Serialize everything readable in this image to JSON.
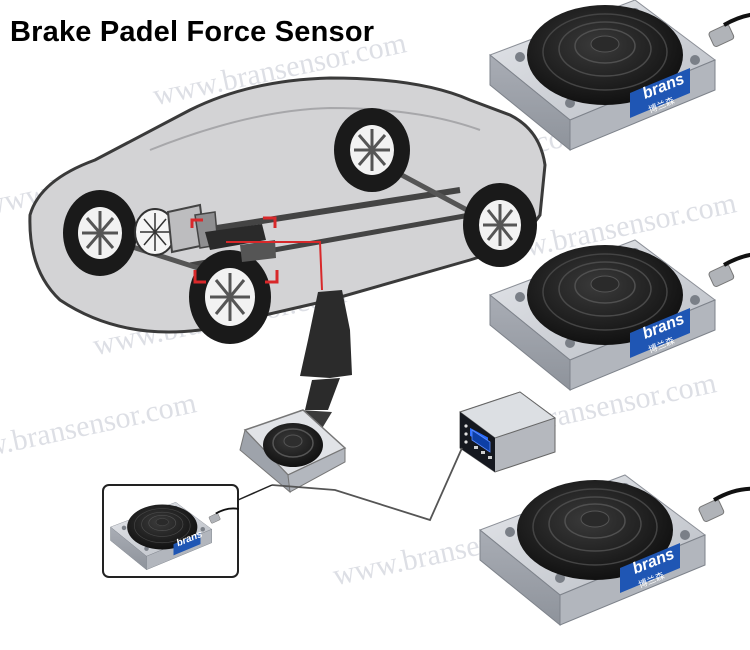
{
  "title": "Brake Padel Force Sensor",
  "watermark": "www.bransensor.com",
  "brand_label": "brans",
  "brand_label_cn": "博兰森",
  "colors": {
    "car_body": "#d3d3d5",
    "car_outline": "#3a3a3a",
    "callout_red": "#d8282a",
    "sensor_metal": "#c9ccd1",
    "sensor_pad": "#1c1c1c",
    "badge_blue": "#1f56b4",
    "watermark": "#9aa0b4"
  },
  "icons": [
    "car-illustration",
    "brake-pedal-icon",
    "display-meter-icon",
    "force-sensor-icon",
    "wheel-icon",
    "engine-icon",
    "cable-icon"
  ]
}
